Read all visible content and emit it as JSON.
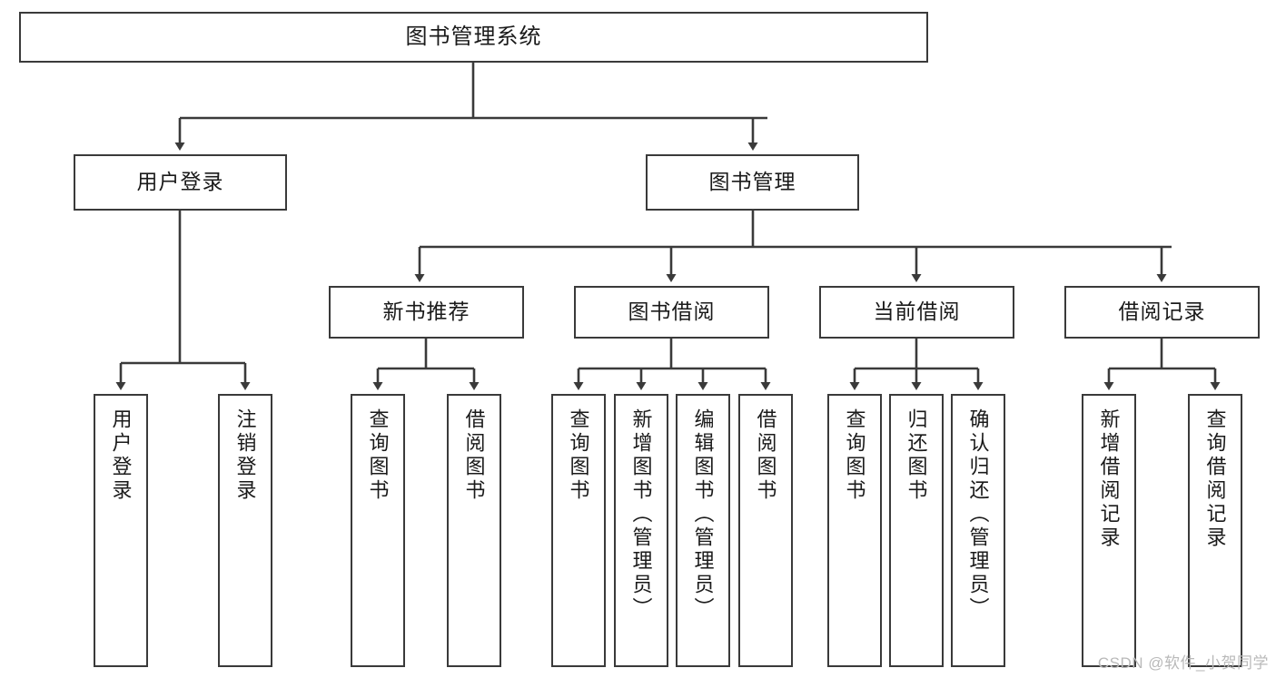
{
  "diagram": {
    "title": "图书管理系统",
    "type": "tree",
    "colors": {
      "box_border": "#3a3a3a",
      "box_fill": "#ffffff",
      "edge": "#3a3a3a",
      "text": "#1a1a1a",
      "watermark": "#b9b9b9"
    },
    "root": {
      "id": "root",
      "label": "图书管理系统"
    },
    "level1": [
      {
        "id": "user-login",
        "label": "用户登录"
      },
      {
        "id": "book-manage",
        "label": "图书管理"
      }
    ],
    "level2": [
      {
        "id": "new-book-recommend",
        "label": "新书推荐",
        "parent": "book-manage"
      },
      {
        "id": "book-borrow",
        "label": "图书借阅",
        "parent": "book-manage"
      },
      {
        "id": "current-borrow",
        "label": "当前借阅",
        "parent": "book-manage"
      },
      {
        "id": "borrow-record",
        "label": "借阅记录",
        "parent": "book-manage"
      }
    ],
    "leaves": [
      {
        "id": "leaf-user-login",
        "label": "用户登录",
        "parent": "user-login"
      },
      {
        "id": "leaf-user-logout",
        "label": "注销登录",
        "parent": "user-login"
      },
      {
        "id": "leaf-query-book-1",
        "label": "查询图书",
        "parent": "new-book-recommend"
      },
      {
        "id": "leaf-borrow-book-1",
        "label": "借阅图书",
        "parent": "new-book-recommend"
      },
      {
        "id": "leaf-query-book-2",
        "label": "查询图书",
        "parent": "book-borrow"
      },
      {
        "id": "leaf-add-book",
        "label": "新增图书（管理员）",
        "parent": "book-borrow"
      },
      {
        "id": "leaf-edit-book",
        "label": "编辑图书（管理员）",
        "parent": "book-borrow"
      },
      {
        "id": "leaf-borrow-book-2",
        "label": "借阅图书",
        "parent": "book-borrow"
      },
      {
        "id": "leaf-query-book-3",
        "label": "查询图书",
        "parent": "current-borrow"
      },
      {
        "id": "leaf-return-book",
        "label": "归还图书",
        "parent": "current-borrow"
      },
      {
        "id": "leaf-confirm-return",
        "label": "确认归还（管理员）",
        "parent": "current-borrow"
      },
      {
        "id": "leaf-add-record",
        "label": "新增借阅记录",
        "parent": "borrow-record"
      },
      {
        "id": "leaf-query-record",
        "label": "查询借阅记录",
        "parent": "borrow-record"
      }
    ],
    "watermark": "CSDN @软件_小贺同学"
  }
}
